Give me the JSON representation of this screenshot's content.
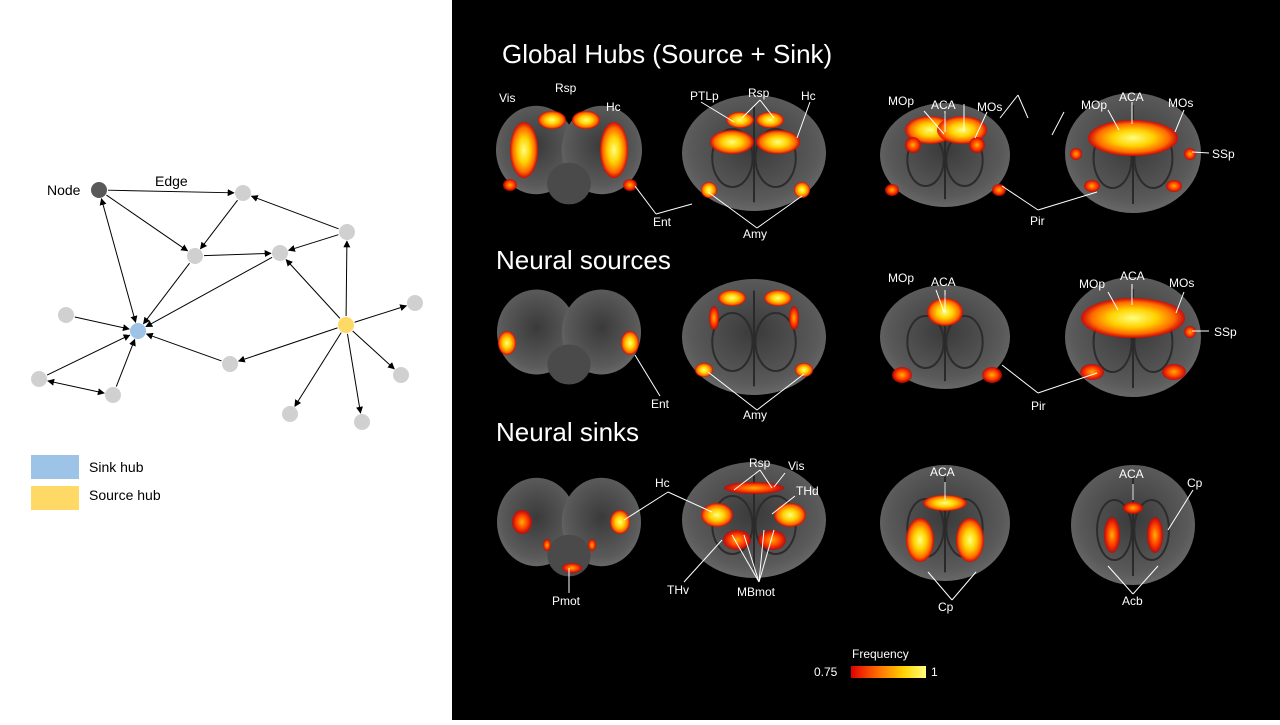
{
  "network": {
    "node_label": "Node",
    "edge_label": "Edge",
    "legend": [
      {
        "label": "Sink hub",
        "color": "#9dc3e6"
      },
      {
        "label": "Source hub",
        "color": "#ffd966"
      }
    ],
    "colors": {
      "node": "#d0d0d0",
      "example_node": "#595959",
      "sink": "#9dc3e6",
      "source": "#ffd966",
      "edge": "#000000"
    }
  },
  "rows": [
    {
      "title": "Global Hubs (Source + Sink)",
      "labels": [
        "Vis",
        "Rsp",
        "Hc",
        "PTLp",
        "Rsp",
        "Hc",
        "Ent",
        "Amy",
        "MOp",
        "ACA",
        "MOs",
        "MOp",
        "ACA",
        "MOs",
        "SSp",
        "Pir"
      ]
    },
    {
      "title": "Neural sources",
      "labels": [
        "Ent",
        "Amy",
        "MOp",
        "ACA",
        "MOp",
        "ACA",
        "MOs",
        "SSp",
        "Pir"
      ]
    },
    {
      "title": "Neural sinks",
      "labels": [
        "Hc",
        "Rsp",
        "Vis",
        "THd",
        "Pmot",
        "THv",
        "MBmot",
        "ACA",
        "Cp",
        "ACA",
        "Cp",
        "Acb"
      ]
    }
  ],
  "colorbar": {
    "title": "Frequency",
    "min_label": "0.75",
    "max_label": "1",
    "colors": [
      "#e00000",
      "#ff6a00",
      "#ffd200",
      "#ffff80"
    ]
  }
}
